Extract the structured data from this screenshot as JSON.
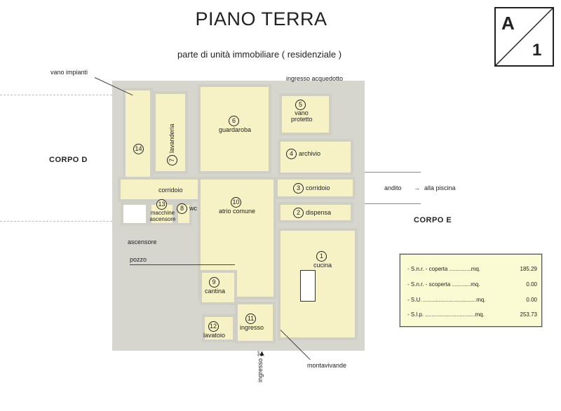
{
  "header": {
    "title": "PIANO TERRA",
    "subtitle": "parte di unità immobiliare ( residenziale )"
  },
  "sheet": {
    "letter": "A",
    "number": "1"
  },
  "rooms": [
    {
      "number": "1",
      "name": "cucina"
    },
    {
      "number": "2",
      "name": "dispensa"
    },
    {
      "number": "3",
      "name": "corridoio"
    },
    {
      "number": "4",
      "name": "archivio"
    },
    {
      "number": "5",
      "name": "vano protetto"
    },
    {
      "number": "6",
      "name": "guardaroba"
    },
    {
      "number": "7",
      "name": "lavanderia"
    },
    {
      "number": "8",
      "name": "wc"
    },
    {
      "number": "9",
      "name": "cantina"
    },
    {
      "number": "10",
      "name": "atrio comune"
    },
    {
      "number": "11",
      "name": "ingresso"
    },
    {
      "number": "12",
      "name": "lavatoio"
    },
    {
      "number": "13",
      "name": "macchine ascensore"
    },
    {
      "number": "14",
      "name": ""
    }
  ],
  "labels": {
    "corridoio": "corridoio",
    "vano_impianti": "vano impianti",
    "ingresso_acquedotto": "ingresso acquedotto",
    "ascensore": "ascensore",
    "pozzo": "pozzo",
    "andito": "andito",
    "alla_piscina": "alla piscina",
    "ingresso2": "ingresso 2°",
    "montavivande": "montavivande",
    "corpo_d": "CORPO D",
    "corpo_e": "CORPO E"
  },
  "areas": [
    {
      "label": "- S.n.r. - coperta ..............mq.",
      "value": "185.29"
    },
    {
      "label": "- S.n.r. - scoperta ............mq.",
      "value": "0.00"
    },
    {
      "label": "- S.U. ..................................mq.",
      "value": "0.00"
    },
    {
      "label": "- S.l.p. ................................mq.",
      "value": "253.73"
    }
  ]
}
